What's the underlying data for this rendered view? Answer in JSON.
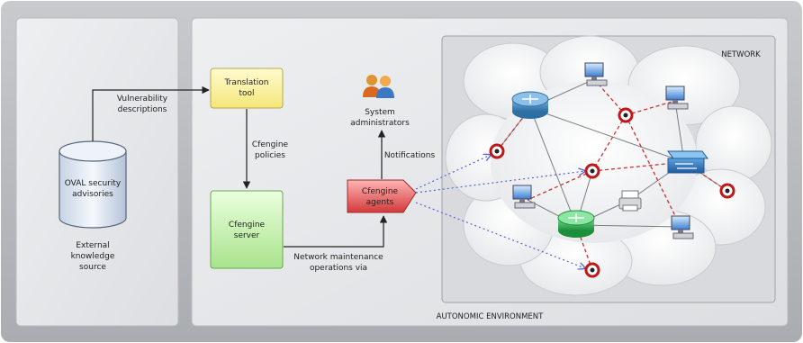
{
  "labels": {
    "oval": [
      "OVAL security",
      "advisories"
    ],
    "external": [
      "External",
      "knowledge",
      "source"
    ],
    "vuln": [
      "Vulnerability",
      "descriptions"
    ],
    "translation": [
      "Translation",
      "tool"
    ],
    "policies": [
      "Cfengine",
      "policies"
    ],
    "server": [
      "Cfengine",
      "server"
    ],
    "sysadmins": [
      "System",
      "administrators"
    ],
    "notifications": "Notifications",
    "agents": [
      "Cfengine",
      "agents"
    ],
    "maintenance": [
      "Network maintenance",
      "operations via"
    ],
    "network": "NETWORK",
    "autonomic": "AUTONOMIC ENVIRONMENT"
  },
  "colors": {
    "translation_fill": "#fbf3a0",
    "server_fill": "#c8f0b0",
    "agents_fill": "#e04848",
    "red_dash": "#d03030",
    "blue_dot": "#5566dd"
  },
  "icons": [
    "database-icon",
    "people-icon",
    "router-icon",
    "switch-icon",
    "computer-icon",
    "printer-icon",
    "agent-node-icon"
  ]
}
